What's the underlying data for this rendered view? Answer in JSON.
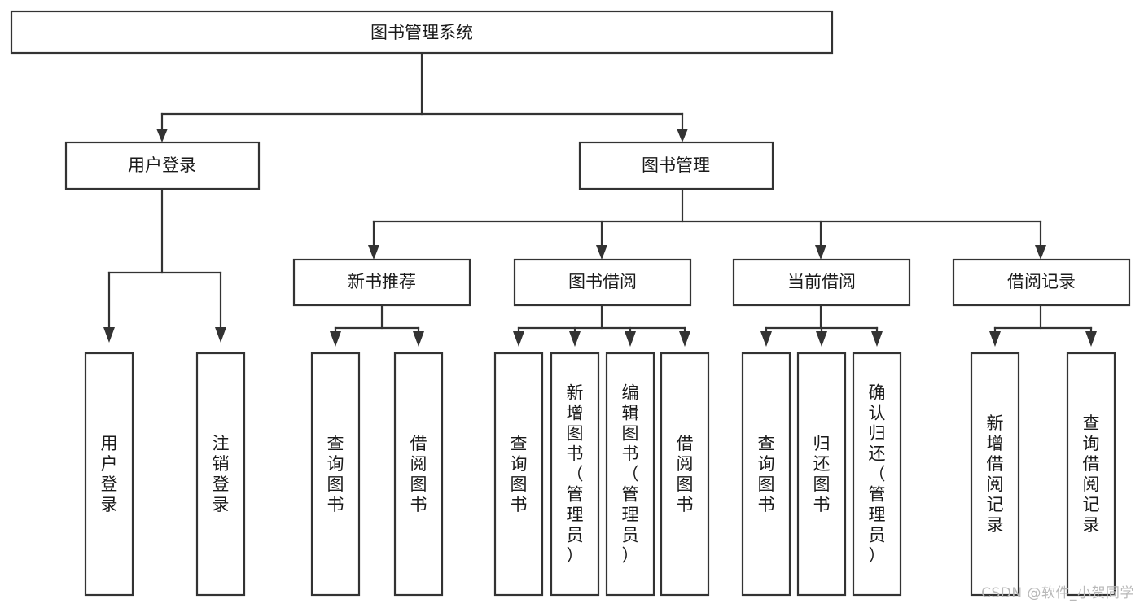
{
  "diagram": {
    "type": "tree",
    "title": "图书管理系统",
    "orientation": "top-down",
    "colors": {
      "background": "#ffffff",
      "box_stroke": "#333333",
      "box_fill": "#ffffff",
      "connector": "#333333",
      "label": "#1a1a1a",
      "watermark": "#b8b8b8"
    },
    "root": {
      "id": "root",
      "label": "图书管理系统",
      "orientation": "horizontal"
    },
    "level2": [
      {
        "id": "user-login",
        "label": "用户登录",
        "orientation": "horizontal"
      },
      {
        "id": "book-manage",
        "label": "图书管理",
        "orientation": "horizontal"
      }
    ],
    "level3": [
      {
        "id": "new-book-recommend",
        "label": "新书推荐",
        "orientation": "horizontal",
        "parent": "book-manage"
      },
      {
        "id": "book-borrow",
        "label": "图书借阅",
        "orientation": "horizontal",
        "parent": "book-manage"
      },
      {
        "id": "current-borrow",
        "label": "当前借阅",
        "orientation": "horizontal",
        "parent": "book-manage"
      },
      {
        "id": "borrow-record",
        "label": "借阅记录",
        "orientation": "horizontal",
        "parent": "book-manage"
      }
    ],
    "leaves": [
      {
        "id": "leaf-user-login",
        "label": "用户登录",
        "orientation": "vertical",
        "parent": "user-login"
      },
      {
        "id": "leaf-logout-login",
        "label": "注销登录",
        "orientation": "vertical",
        "parent": "user-login"
      },
      {
        "id": "leaf-query-book-1",
        "label": "查询图书",
        "orientation": "vertical",
        "parent": "new-book-recommend"
      },
      {
        "id": "leaf-borrow-book-1",
        "label": "借阅图书",
        "orientation": "vertical",
        "parent": "new-book-recommend"
      },
      {
        "id": "leaf-query-book-2",
        "label": "查询图书",
        "orientation": "vertical",
        "parent": "book-borrow"
      },
      {
        "id": "leaf-add-book",
        "label": "新增图书（管理员）",
        "orientation": "vertical",
        "parent": "book-borrow"
      },
      {
        "id": "leaf-edit-book",
        "label": "编辑图书（管理员）",
        "orientation": "vertical",
        "parent": "book-borrow"
      },
      {
        "id": "leaf-borrow-book-2",
        "label": "借阅图书",
        "orientation": "vertical",
        "parent": "book-borrow"
      },
      {
        "id": "leaf-query-book-3",
        "label": "查询图书",
        "orientation": "vertical",
        "parent": "current-borrow"
      },
      {
        "id": "leaf-return-book",
        "label": "归还图书",
        "orientation": "vertical",
        "parent": "current-borrow"
      },
      {
        "id": "leaf-confirm-return",
        "label": "确认归还（管理员）",
        "orientation": "vertical",
        "parent": "current-borrow"
      },
      {
        "id": "leaf-add-record",
        "label": "新增借阅记录",
        "orientation": "vertical",
        "parent": "borrow-record"
      },
      {
        "id": "leaf-query-record",
        "label": "查询借阅记录",
        "orientation": "vertical",
        "parent": "borrow-record"
      }
    ]
  },
  "watermark": {
    "text": "CSDN @软件_小贺同学"
  }
}
